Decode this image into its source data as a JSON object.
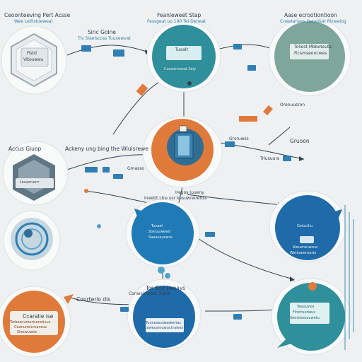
{
  "nodes": {
    "top_left": {
      "title": "Ceoonteeving Pert Acsse",
      "subtitle": "Wee Letlistoeweal",
      "card_line1": "Fistd",
      "card_line2": "Vlteuewu"
    },
    "top_center": {
      "title": "Feanleweet Stap",
      "subtitle": "Fessgeat uo 190 Tei Deneat"
    },
    "top_right": {
      "title": "Aase ecrootiontioon",
      "subtitle": "Cneetanees Detedsat Rtneeiog"
    },
    "top_right_card": {
      "line1": "Toliest Mbboteute",
      "line2": "Ficsmseoncwes"
    },
    "top_center_card": {
      "line1": "Tuaalt",
      "line2": "Cuxsrevresat Seiy"
    },
    "center": {
      "caption1": "Iregos Iuueny",
      "caption2": "Ineetit Ltre usr kesuwrwretiss"
    },
    "center_left_label": "Ackeny ung bing the Wiulsrewe",
    "left_card": {
      "title": "Accus Giuop",
      "caption": "Leuaeruorr"
    },
    "right_mid": {
      "title": "Gruoon",
      "caption": "Trlusuurs"
    },
    "right_upper_label": "Orenuusron",
    "mid_center_card": {
      "line1": "Tuzaat",
      "line2": "Steruuwewd",
      "line3": "Saeeueuswss"
    },
    "mid_right_card": {
      "line1": "Gelucitiu",
      "line2": "Aleuereuwsue",
      "line3": "Weteaeerausie"
    },
    "bottom_left": {
      "title": "Ccaralie ise",
      "lines": [
        "Terbosnuroerisenwiuus",
        "Ceanurwicrnansus",
        "Sleewuaeis"
      ]
    },
    "bottom_center": {
      "title": "Tor Soy tweays",
      "subtitle": "Conwsimsoss Tuwia",
      "lines": [
        "Tuoneseudaedentas",
        "Ceweusmuwuctnsiess"
      ]
    },
    "bottom_center_left_label": "Conrterio dis",
    "bottom_right": {
      "lines": [
        "Teauusios",
        "Flretruerieus",
        "Seectlsessuwetu"
      ]
    },
    "upper_mid_label": "Sinc Golne",
    "upper_mid_sub": "Tiv Siaelsccss Tuuxewvat",
    "left_mid_label": "Gmasso",
    "center_right_label": "Grsruwss"
  },
  "colors": {
    "background": "#eef0f1",
    "teal": "#2f8f9a",
    "sage": "#7fa69a",
    "blue": "#2f7fb5",
    "orange": "#e07a3a",
    "halo": "#f7f8f8",
    "line": "#2f3f4e"
  }
}
